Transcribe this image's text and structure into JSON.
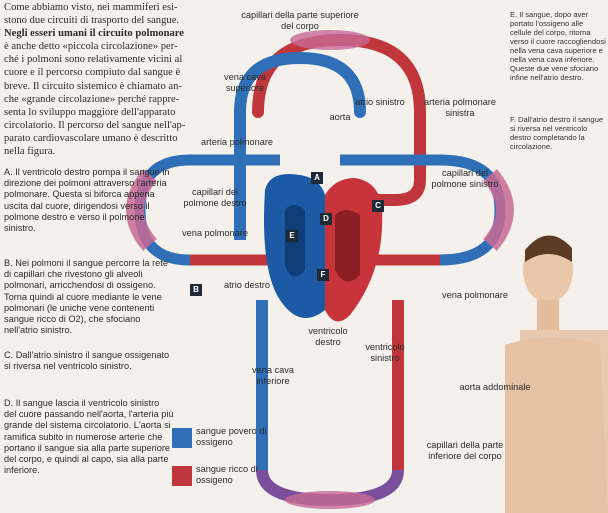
{
  "intro": [
    "Come abbiamo visto, nei mammiferi esi-",
    "stono due circuiti di trasporto del sangue.",
    "Negli esseri umani il circuito polmonare",
    "è anche detto «piccola circolazione» per-",
    "ché i polmoni sono relativamente vicini al",
    "cuore e il percorso compiuto dal sangue è",
    "breve. Il circuito sistemico è chiamato an-",
    "che «grande circolazione» perché rappre-",
    "senta lo sviluppo maggiore dell'apparato",
    "circolatorio. Il percorso del sangue nell'ap-",
    "parato cardiovascolare umano è descritto",
    "nella figura."
  ],
  "steps": {
    "a": "A. Il ventricolo destro pompa il sangue in direzione dei polmoni attraverso l'arteria polmonare. Questa si biforca appena uscita dal cuore, dirigendosi verso il polmone destro e verso il polmone sinistro.",
    "b": "B. Nei polmoni il sangue percorre la rete di capillari che rivestono gli alveoli polmonari, arricchendosi di ossigeno. Torna quindi al cuore mediante le vene polmonari (le uniche vene contenenti sangue ricco di O2), che sfociano nell'atrio sinistro.",
    "c": "C. Dall'atrio sinistro il sangue ossigenato si riversa nel ventricolo sinistro.",
    "d": "D. Il sangue lascia il ventricolo sinistro del cuore passando nell'aorta, l'arteria più grande del sistema circolatorio. L'aorta si ramifica subito in numerose arterie che portano il sangue sia alla parte superiore del corpo, e quindi al capo, sia alla parte inferiore.",
    "e": "E. Il sangue, dopo aver portato l'ossigeno alle cellule del corpo, ritorna verso il cuore raccogliendosi nella vena cava superiore e nella vena cava inferiore. Queste due vene sfociano infine nell'atrio destro.",
    "f": "F. Dall'atrio destro il sangue si riversa nel ventricolo destro completando la circolazione."
  },
  "labels": {
    "cap_upper": "capillari della parte superiore del corpo",
    "vena_cava_sup": "vena cava superiore",
    "arteria_polm": "arteria polmonare",
    "cap_polm_dx": "capillari del polmone destro",
    "vena_polm": "vena polmonare",
    "aorta": "aorta",
    "atrio_sx": "atrio sinistro",
    "arteria_polm_sx": "arteria polmonare sinistra",
    "cap_polm_sx": "capillari del polmone sinistro",
    "atrio_dx": "atrio destro",
    "vena_polm_sx": "vena polmonare",
    "vent_dx": "ventricolo destro",
    "vent_sx": "ventricolo sinistro",
    "vena_cava_inf": "vena cava inferiore",
    "aorta_add": "aorta addominale",
    "cap_lower": "capillari della parte inferiore del corpo"
  },
  "legend": {
    "povero": "sangue povero di ossigeno",
    "ricco": "sangue ricco di ossigeno"
  },
  "tags": [
    "A",
    "B",
    "C",
    "D",
    "E",
    "F"
  ],
  "colors": {
    "povero": "#2f6fb7",
    "ricco": "#c0363b",
    "heart_blue": "#1c5aa6",
    "heart_red": "#c8343a"
  }
}
